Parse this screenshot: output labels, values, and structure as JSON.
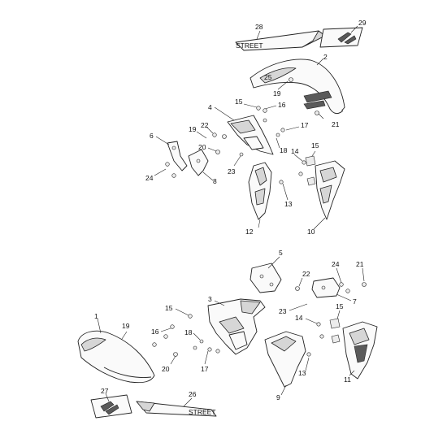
{
  "callouts": {
    "c1": "1",
    "c2": "2",
    "c3": "3",
    "c4": "4",
    "c5": "5",
    "c6": "6",
    "c7": "7",
    "c8": "8",
    "c9": "9",
    "c10": "10",
    "c11": "11",
    "c12": "12",
    "c13_top": "13",
    "c13_bottom": "13",
    "c14_top": "14",
    "c14_bottom": "14",
    "c15_top_left": "15",
    "c15_top_right": "15",
    "c15_bottom_left": "15",
    "c15_bottom_right": "15",
    "c16_top": "16",
    "c16_bottom": "16",
    "c17_top": "17",
    "c17_bottom": "17",
    "c18_top": "18",
    "c18_bottom": "18",
    "c19_top": "19",
    "c19_top_left": "19",
    "c19_bottom": "19",
    "c20_top": "20",
    "c20_bottom": "20",
    "c21_top": "21",
    "c21_bottom": "21",
    "c22_top": "22",
    "c22_bottom": "22",
    "c23_top": "23",
    "c23_bottom": "23",
    "c24_top": "24",
    "c24_bottom": "24",
    "c25": "25",
    "c26": "26",
    "c27": "27",
    "c28": "28",
    "c29": "29"
  },
  "decals": {
    "top_logo": "STREET",
    "bottom_logo": "STREET"
  },
  "colors": {
    "line": "#222222",
    "shade": "#d6d6d6",
    "background": "#ffffff"
  }
}
